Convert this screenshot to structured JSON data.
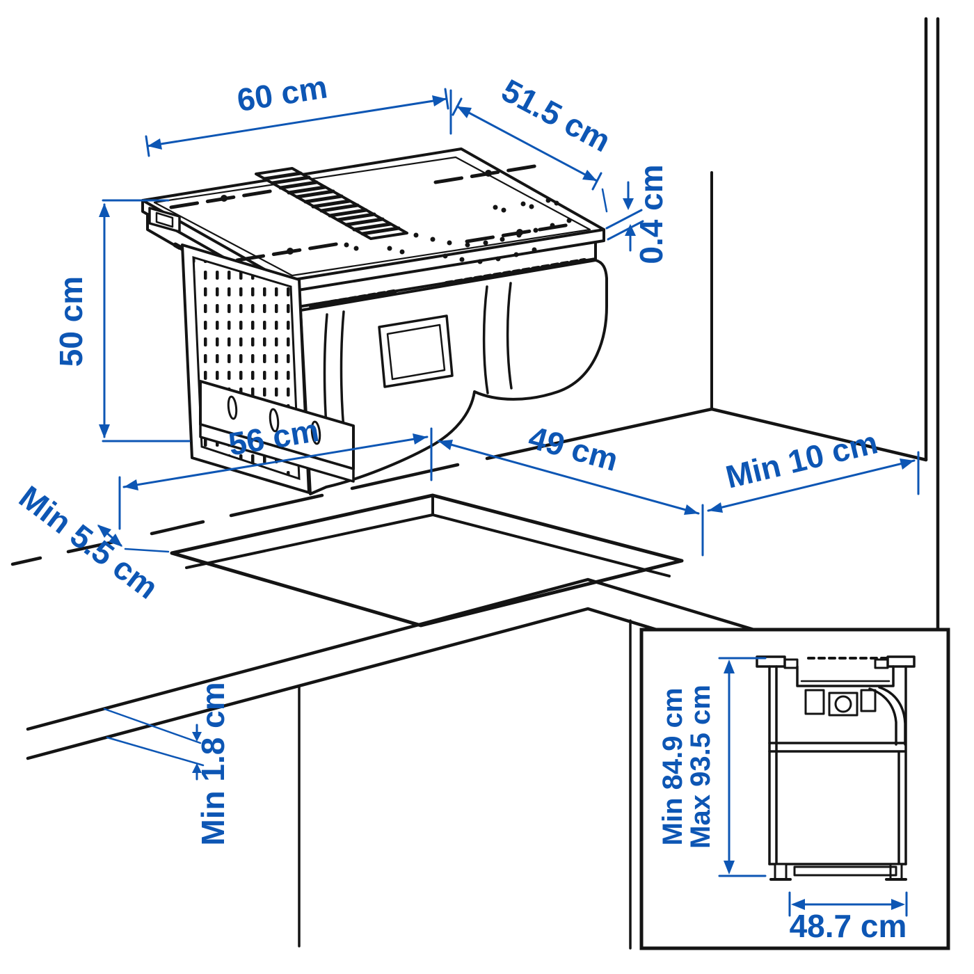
{
  "diagram": {
    "kind": "installation-dimension-drawing",
    "subject": "induction hob with integrated extractor, worktop cutout and base cabinet",
    "colors": {
      "dimension_blue": "#0d56b4",
      "line_black": "#141414",
      "background": "#ffffff"
    },
    "measurements": {
      "hob": {
        "width": "60 cm",
        "depth": "51.5 cm",
        "glass_thickness": "0.4 cm",
        "unit_height": "50 cm"
      },
      "worktop": {
        "cutout_width": "56 cm",
        "cutout_depth": "49 cm",
        "wall_clearance": "Min 10 cm",
        "edge_clearance": "Min 5.5 cm",
        "thickness": "Min 1.8 cm"
      },
      "cabinet": {
        "height_min": "Min 84.9 cm",
        "height_max": "Max 93.5 cm",
        "inner_width": "48.7 cm"
      }
    }
  }
}
